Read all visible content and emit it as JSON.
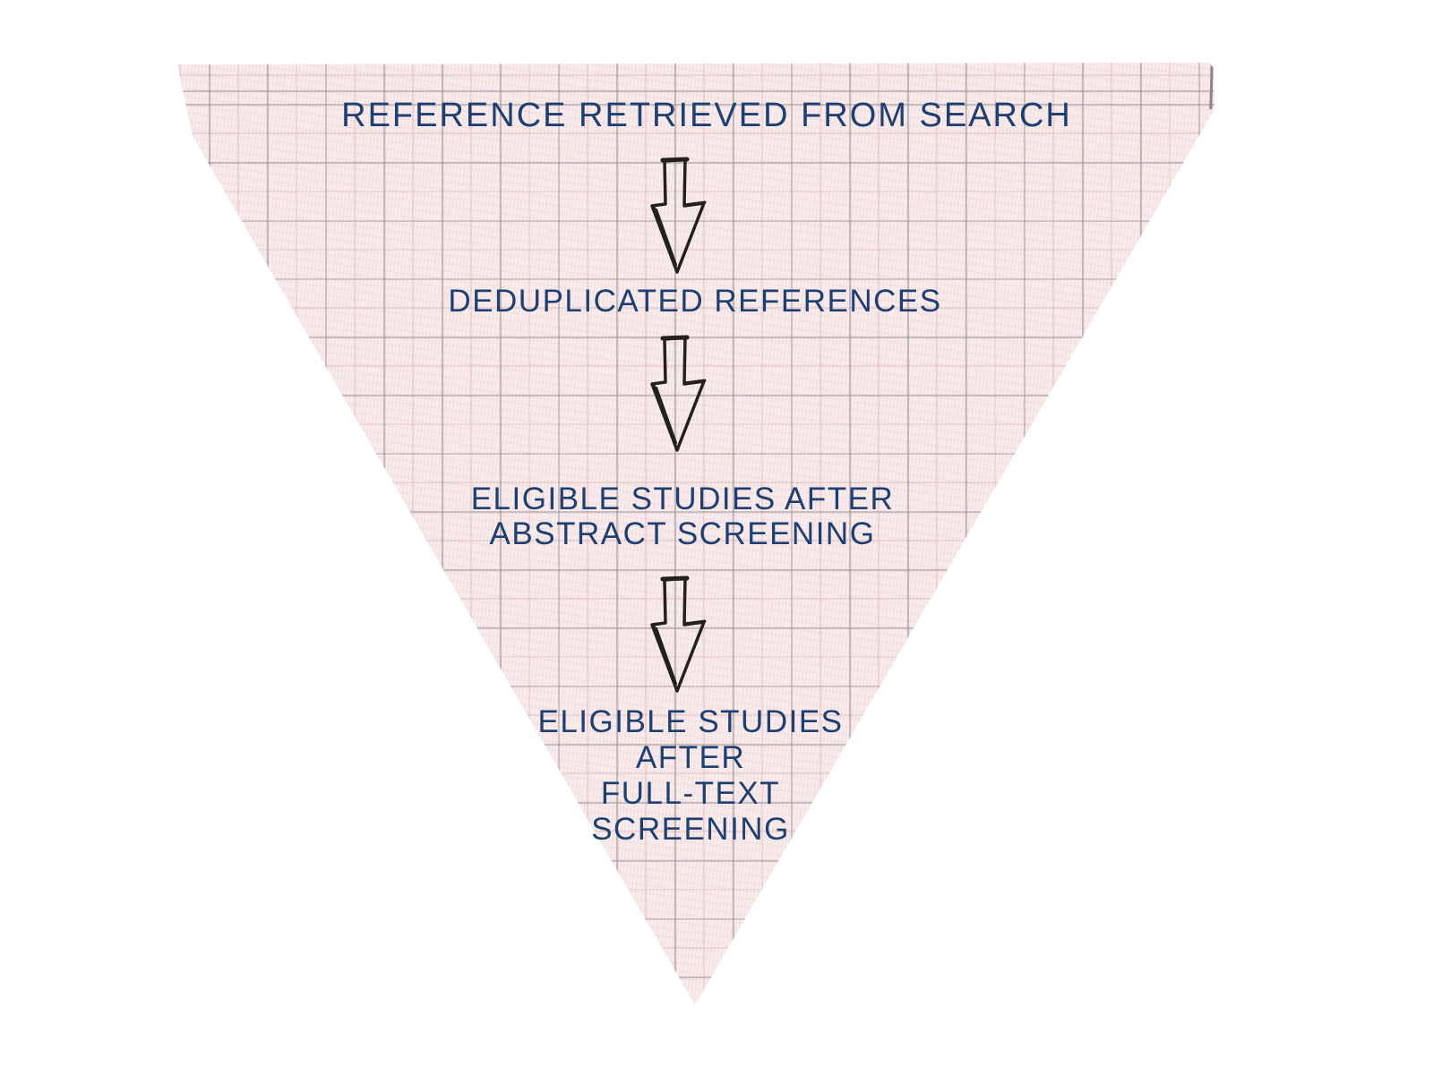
{
  "figure": {
    "type": "inverted-funnel-diagram",
    "colors": {
      "page_bg": "#ffffff",
      "paper": "#f6e6e8",
      "ink": "#1e3f6f",
      "arrow": "#23201e"
    },
    "steps": [
      {
        "lines": [
          "REFERENCE RETRIEVED FROM SEARCH"
        ]
      },
      {
        "lines": [
          "DEDUPLICATED REFERENCES"
        ]
      },
      {
        "lines": [
          "ELIGIBLE STUDIES AFTER",
          "ABSTRACT SCREENING"
        ]
      },
      {
        "lines": [
          "ELIGIBLE STUDIES",
          "AFTER",
          "FULL-TEXT",
          "SCREENING"
        ]
      }
    ],
    "arrow_icon": "hand-drawn-down-arrow"
  }
}
